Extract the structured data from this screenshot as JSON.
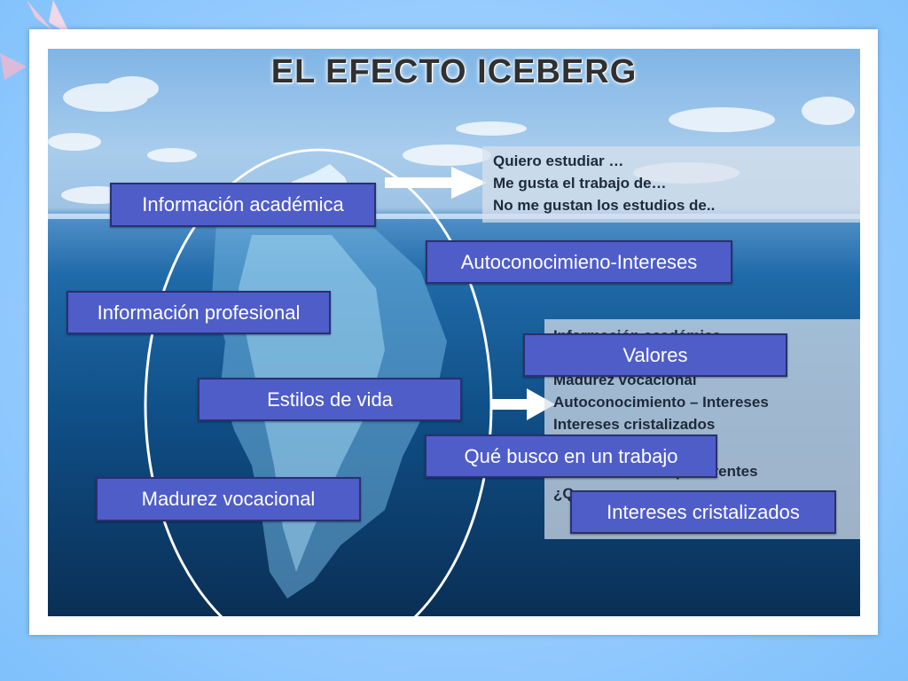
{
  "slide": {
    "title": "EL EFECTO ICEBERG",
    "top_panel": {
      "lines": [
        "Quiero estudiar …",
        "Me gusta el trabajo de…",
        "No me gustan los estudios de.."
      ]
    },
    "bottom_panel": {
      "lines": [
        "Información académica",
        "Madurez vocacional",
        "Autoconocimiento – Intereses",
        "Intereses cristalizados",
        "Valores – estilos preferentes",
        "¿Q"
      ]
    },
    "labels": {
      "info_academica": "Información académica",
      "autoconocimiento": "Autoconocimieno-Intereses",
      "info_profesional": "Información profesional",
      "valores": "Valores",
      "estilos_vida": "Estilos de vida",
      "que_busco": "Qué busco en un trabajo",
      "madurez": "Madurez vocacional",
      "intereses_cristalizados": "Intereses cristalizados"
    }
  },
  "colors": {
    "label_fill": "#4f5dc9",
    "label_border": "#2a3070",
    "background": "#9ccfff"
  }
}
